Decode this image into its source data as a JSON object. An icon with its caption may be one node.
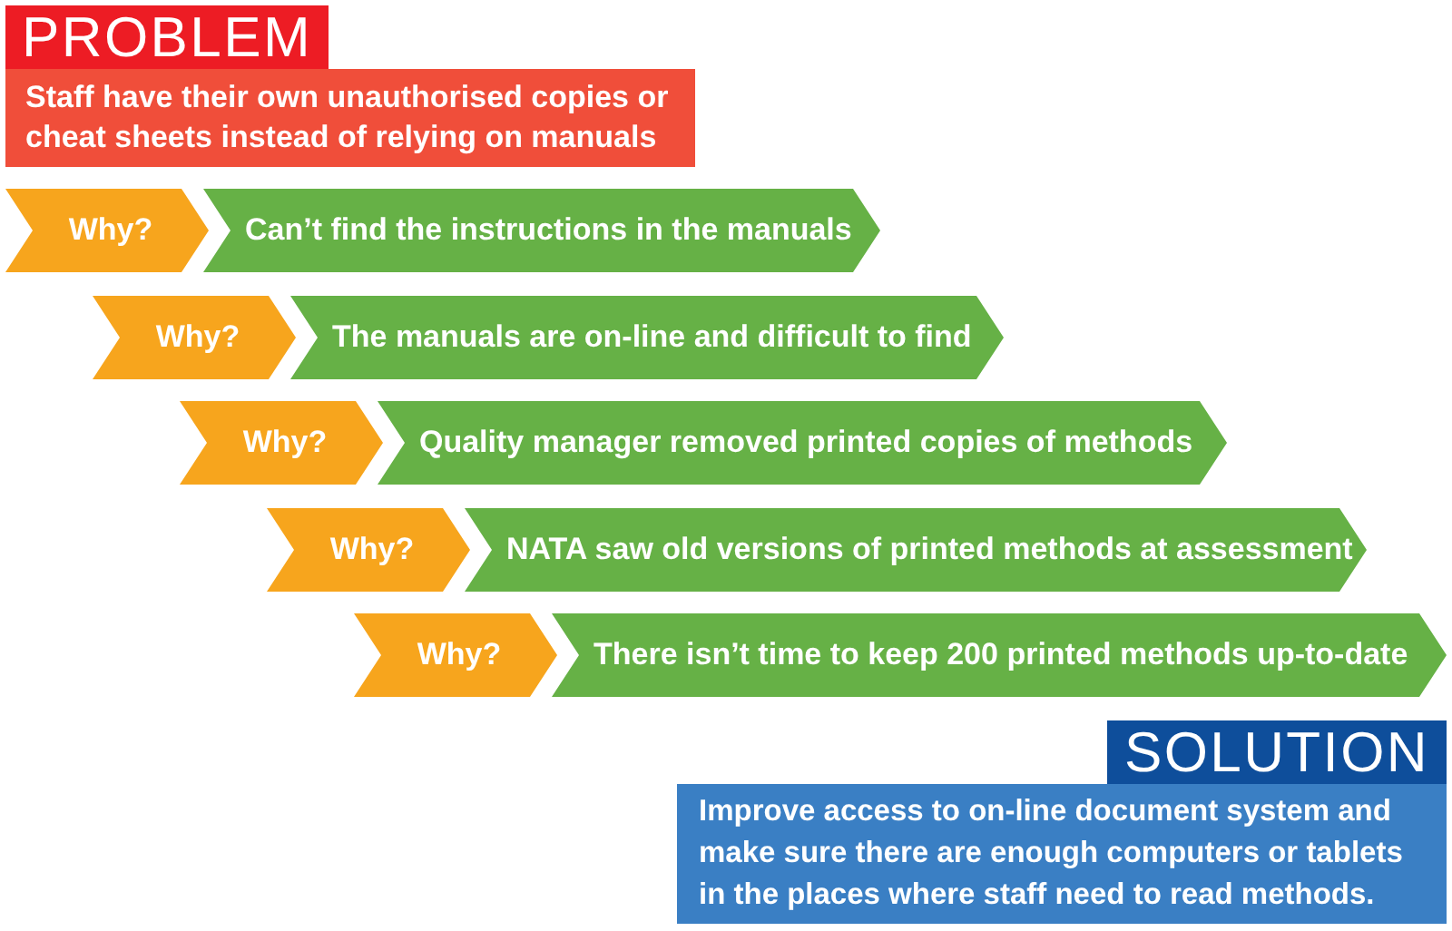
{
  "diagram": {
    "nodes": [
      {
        "text": [
          "PROBLEM"
        ]
      },
      {
        "text": [
          "Staff have their own unauthorised copies or cheat sheets instead of relying on manuals"
        ]
      },
      {
        "text": [
          "Why?"
        ]
      },
      {
        "text": [
          "Can’t find the instructions in the manuals"
        ]
      },
      {
        "text": [
          "Why?"
        ]
      },
      {
        "text": [
          "The manuals are on-line and difficult to find"
        ]
      },
      {
        "text": [
          "Why?"
        ]
      },
      {
        "text": [
          "Quality manager removed printed copies of methods"
        ]
      },
      {
        "text": [
          "Why?"
        ]
      },
      {
        "text": [
          "NATA saw old versions of printed methods at assessment"
        ]
      },
      {
        "text": [
          "Why?"
        ]
      },
      {
        "text": [
          "There isn’t time to keep 200 printed methods up-to-date"
        ]
      },
      {
        "text": [
          "SOLUTION"
        ]
      },
      {
        "text": [
          "Improve access to on-line document system and make sure there are enough computers or tablets in the places where staff need to read methods."
        ]
      }
    ]
  }
}
